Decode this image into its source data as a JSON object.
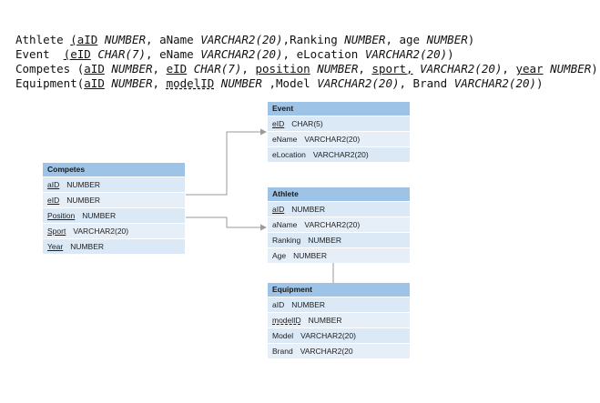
{
  "schema": [
    {
      "segments": [
        {
          "t": "Athlete "
        },
        {
          "t": "(aID",
          "s": "u"
        },
        {
          "t": " NUMBER",
          "s": "it"
        },
        {
          "t": ", aName "
        },
        {
          "t": "VARCHAR2(20)",
          "s": "it"
        },
        {
          "t": ",Ranking "
        },
        {
          "t": "NUMBER",
          "s": "it"
        },
        {
          "t": ", age "
        },
        {
          "t": "NUMBER",
          "s": "it"
        },
        {
          "t": ")"
        }
      ]
    },
    {
      "segments": [
        {
          "t": "Event  "
        },
        {
          "t": "(eID",
          "s": "u"
        },
        {
          "t": " CHAR(7)",
          "s": "it"
        },
        {
          "t": ", eName "
        },
        {
          "t": "VARCHAR2(20)",
          "s": "it"
        },
        {
          "t": ", eLocation "
        },
        {
          "t": "VARCHAR2(20)",
          "s": "it"
        },
        {
          "t": ")"
        }
      ]
    },
    {
      "segments": [
        {
          "t": "Competes ("
        },
        {
          "t": "aID",
          "s": "u"
        },
        {
          "t": " NUMBER",
          "s": "it"
        },
        {
          "t": ", "
        },
        {
          "t": "eID",
          "s": "u"
        },
        {
          "t": " CHAR(7)",
          "s": "it"
        },
        {
          "t": ", "
        },
        {
          "t": "position",
          "s": "u"
        },
        {
          "t": " NUMBER",
          "s": "it"
        },
        {
          "t": ", "
        },
        {
          "t": "sport,",
          "s": "u"
        },
        {
          "t": " VARCHAR2(20)",
          "s": "it"
        },
        {
          "t": ", "
        },
        {
          "t": "year",
          "s": "u"
        },
        {
          "t": " NUMBER",
          "s": "it"
        },
        {
          "t": ")"
        }
      ]
    },
    {
      "segments": [
        {
          "t": "Equipment("
        },
        {
          "t": "aID",
          "s": "u"
        },
        {
          "t": " NUMBER",
          "s": "it"
        },
        {
          "t": ", "
        },
        {
          "t": "modelID",
          "s": "du"
        },
        {
          "t": " NUMBER",
          "s": "it"
        },
        {
          "t": " ,Model "
        },
        {
          "t": "VARCHAR2(20)",
          "s": "it"
        },
        {
          "t": ", Brand "
        },
        {
          "t": "VARCHAR2(20)",
          "s": "it"
        },
        {
          "t": ")"
        }
      ]
    }
  ],
  "tables": {
    "event": {
      "title": "Event",
      "rows": [
        {
          "name": "eID",
          "type": "CHAR(5)",
          "style": "u"
        },
        {
          "name": "eName",
          "type": "VARCHAR2(20)"
        },
        {
          "name": "eLocation",
          "type": "VARCHAR2(20)"
        }
      ]
    },
    "competes": {
      "title": "Competes",
      "rows": [
        {
          "name": "aID",
          "type": "NUMBER",
          "style": "u"
        },
        {
          "name": "eID",
          "type": "NUMBER",
          "style": "u"
        },
        {
          "name": "Position",
          "type": "NUMBER",
          "style": "u"
        },
        {
          "name": "Sport",
          "type": "VARCHAR2(20)",
          "style": "u"
        },
        {
          "name": "Year",
          "type": "NUMBER",
          "style": "u"
        }
      ]
    },
    "athlete": {
      "title": "Athlete",
      "rows": [
        {
          "name": "aID",
          "type": "NUMBER",
          "style": "u"
        },
        {
          "name": "aName",
          "type": "VARCHAR2(20)"
        },
        {
          "name": "Ranking",
          "type": "NUMBER"
        },
        {
          "name": "Age",
          "type": "NUMBER"
        }
      ]
    },
    "equipment": {
      "title": "Equipment",
      "rows": [
        {
          "name": "aID",
          "type": "NUMBER"
        },
        {
          "name": "modelID",
          "type": "NUMBER",
          "style": "du"
        },
        {
          "name": "Model",
          "type": "VARCHAR2(20)"
        },
        {
          "name": "Brand",
          "type": "VARCHAR2(20"
        }
      ]
    }
  },
  "colors": {
    "header": "#9dc3e6",
    "row": "#dbe8f5",
    "connector": "#9a9a9a"
  }
}
